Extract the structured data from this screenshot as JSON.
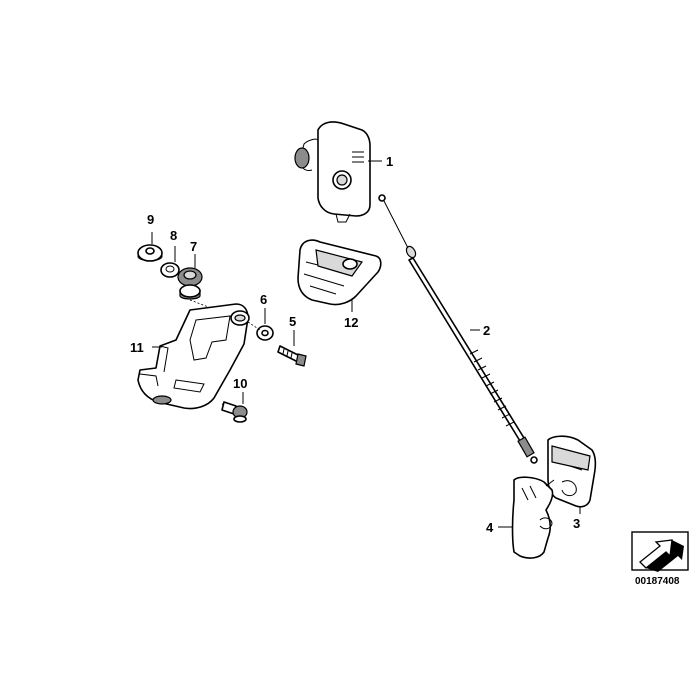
{
  "diagram": {
    "part_labels": [
      {
        "id": "p1",
        "text": "1"
      },
      {
        "id": "p2",
        "text": "2"
      },
      {
        "id": "p3",
        "text": "3"
      },
      {
        "id": "p4",
        "text": "4"
      },
      {
        "id": "p5",
        "text": "5"
      },
      {
        "id": "p6",
        "text": "6"
      },
      {
        "id": "p7",
        "text": "7"
      },
      {
        "id": "p8",
        "text": "8"
      },
      {
        "id": "p9",
        "text": "9"
      },
      {
        "id": "p10",
        "text": "10"
      },
      {
        "id": "p11",
        "text": "11"
      },
      {
        "id": "p12",
        "text": "12"
      }
    ],
    "document_number": "00187408",
    "nav_icon": "arrow-box-icon"
  }
}
